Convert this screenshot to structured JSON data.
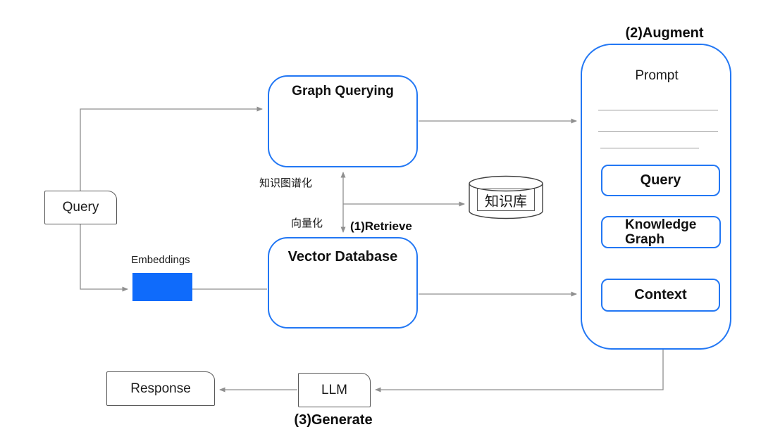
{
  "diagram": {
    "query_box": {
      "label": "Query"
    },
    "embeddings": {
      "label": "Embeddings"
    },
    "graph_querying": {
      "title": "Graph Querying"
    },
    "vector_database": {
      "title": "Vector Database"
    },
    "knowledge_base": {
      "label": "知识库"
    },
    "edge_labels": {
      "knowledge_graphify": "知识图谱化",
      "vectorize": "向量化"
    },
    "steps": {
      "retrieve": "(1)Retrieve",
      "augment": "(2)Augment",
      "generate": "(3)Generate"
    },
    "prompt_panel": {
      "title": "Prompt",
      "items": [
        {
          "label": "Query"
        },
        {
          "label": "Knowledge Graph"
        },
        {
          "label": "Context"
        }
      ]
    },
    "llm": {
      "label": "LLM"
    },
    "response": {
      "label": "Response"
    },
    "colors": {
      "accent_blue": "#2277f4",
      "fill_blue": "#0f6bfb",
      "connector_gray": "#8f8f8f",
      "box_border_gray": "#595959"
    }
  }
}
